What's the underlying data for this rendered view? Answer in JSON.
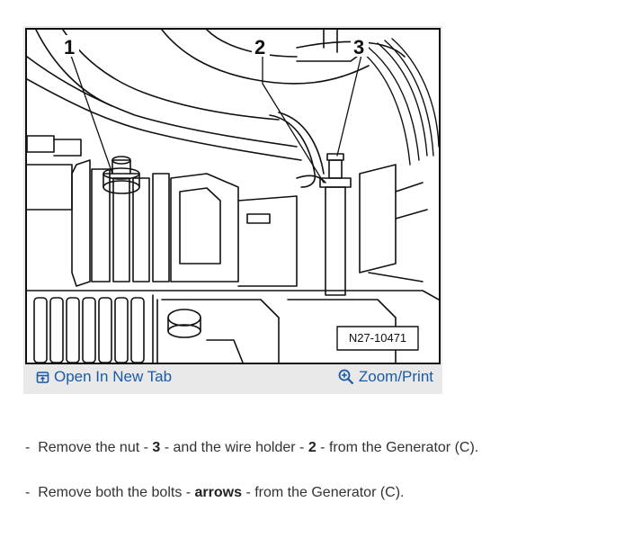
{
  "figure": {
    "callouts": [
      "1",
      "2",
      "3"
    ],
    "reference_code": "N27-10471",
    "open_tab_label": "Open In New Tab",
    "zoom_label": "Zoom/Print",
    "open_tab_icon": "open-in-new-tab-icon",
    "zoom_icon": "magnifier-plus-icon"
  },
  "steps": [
    {
      "prefix": "-  Remove the nut - ",
      "bold1": "3",
      "mid": " - and the wire holder - ",
      "bold2": "2",
      "suffix": " - from the Generator (C)."
    },
    {
      "prefix": "-  Remove both the bolts - ",
      "bold1": "arrows",
      "suffix": " - from the Generator (C)."
    }
  ],
  "colors": {
    "link": "#1c5aa6",
    "card_background": "#e9e9e9",
    "line_art": "#111111"
  }
}
